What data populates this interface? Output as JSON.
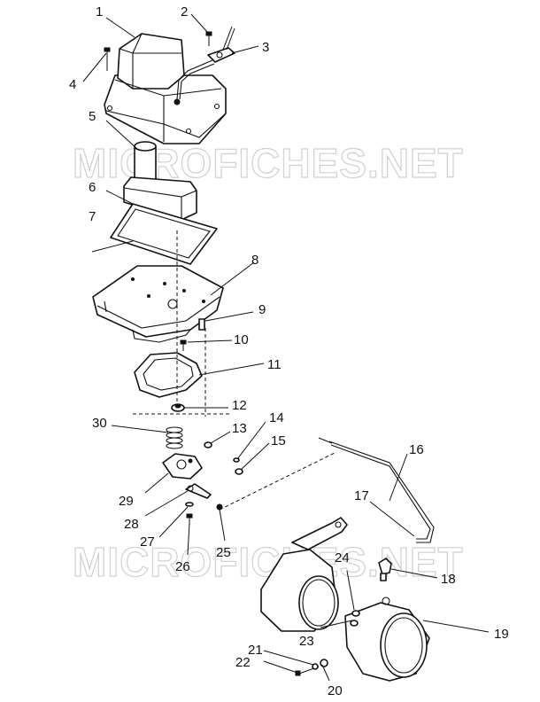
{
  "watermark": {
    "text_top": "MICROFICHES.NET",
    "text_bottom": "MICROFICHES.NET"
  },
  "callouts": [
    {
      "id": "c1",
      "label": "1"
    },
    {
      "id": "c2",
      "label": "2"
    },
    {
      "id": "c3",
      "label": "3"
    },
    {
      "id": "c4",
      "label": "4"
    },
    {
      "id": "c5",
      "label": "5"
    },
    {
      "id": "c6",
      "label": "6"
    },
    {
      "id": "c7",
      "label": "7"
    },
    {
      "id": "c8",
      "label": "8"
    },
    {
      "id": "c9",
      "label": "9"
    },
    {
      "id": "c10",
      "label": "10"
    },
    {
      "id": "c11",
      "label": "11"
    },
    {
      "id": "c12",
      "label": "12"
    },
    {
      "id": "c13",
      "label": "13"
    },
    {
      "id": "c14",
      "label": "14"
    },
    {
      "id": "c15",
      "label": "15"
    },
    {
      "id": "c16",
      "label": "16"
    },
    {
      "id": "c17",
      "label": "17"
    },
    {
      "id": "c18",
      "label": "18"
    },
    {
      "id": "c19",
      "label": "19"
    },
    {
      "id": "c20",
      "label": "20"
    },
    {
      "id": "c21",
      "label": "21"
    },
    {
      "id": "c22",
      "label": "22"
    },
    {
      "id": "c23",
      "label": "23"
    },
    {
      "id": "c24",
      "label": "24"
    },
    {
      "id": "c25",
      "label": "25"
    },
    {
      "id": "c26",
      "label": "26"
    },
    {
      "id": "c27",
      "label": "27"
    },
    {
      "id": "c28",
      "label": "28"
    },
    {
      "id": "c29",
      "label": "29"
    },
    {
      "id": "c30",
      "label": "30"
    }
  ]
}
